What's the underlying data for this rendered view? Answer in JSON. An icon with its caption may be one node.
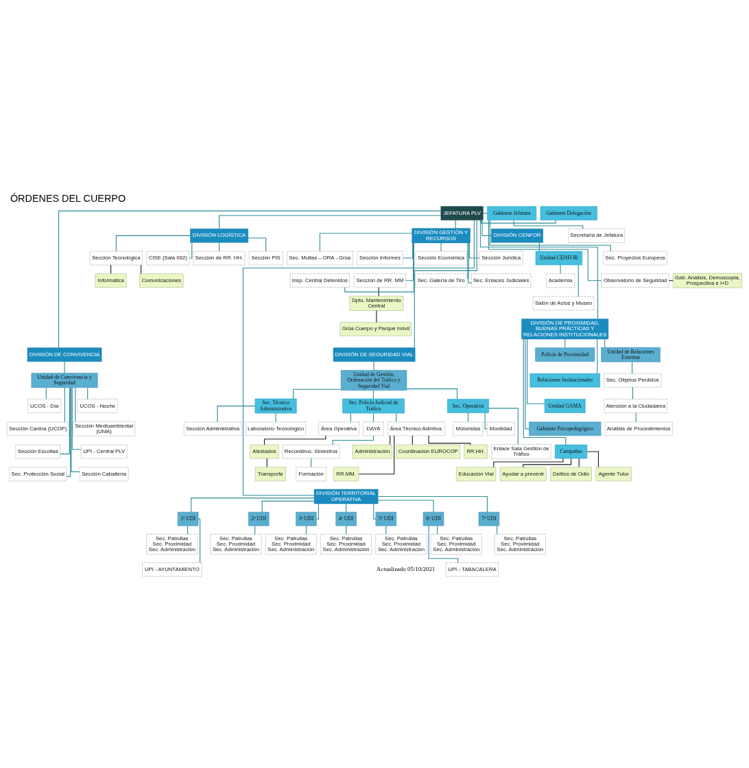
{
  "diagram": {
    "title": "ÓRDENES DEL CUERPO",
    "caption": "Actualizado 05/10/2021",
    "nodes": [
      {
        "text": [
          "JEFATURA PLV"
        ]
      },
      {
        "text": [
          "Gabinete Delegación"
        ]
      },
      {
        "text": [
          "Gabinete Jefatura"
        ]
      },
      {
        "text": [
          "Secretaría de Jefatura"
        ]
      },
      {
        "text": [
          "Sec. Proyectos Europeos"
        ]
      },
      {
        "text": [
          "Observatorio de Seguridad"
        ]
      },
      {
        "text": [
          "Gab. Análisis, Demoscopia, Prospectiva e I+D"
        ]
      },
      {
        "text": [
          "DIVISIÓN CENFOR"
        ]
      },
      {
        "text": [
          "Unidad CENFOR"
        ]
      },
      {
        "text": [
          "Academia"
        ]
      },
      {
        "text": [
          "Salón de Actos y Museo"
        ]
      },
      {
        "text": [
          "DIVISIÓN LOGÍSTICA"
        ]
      },
      {
        "text": [
          "Sección de RR. HH."
        ]
      },
      {
        "text": [
          "Sección PIS"
        ]
      },
      {
        "text": [
          "Sección Tecnológica"
        ]
      },
      {
        "text": [
          "CISE (Sala 092)"
        ]
      },
      {
        "text": [
          "Comunicaciones"
        ]
      },
      {
        "text": [
          "Informática"
        ]
      },
      {
        "text": [
          "DIVISIÓN GESTIÓN Y RECURSOS"
        ]
      },
      {
        "text": [
          "Sección Económica"
        ]
      },
      {
        "text": [
          "Sección Jurídica"
        ]
      },
      {
        "text": [
          "Sec. Multas – ORA - Grúa"
        ]
      },
      {
        "text": [
          "Sección Informes"
        ]
      },
      {
        "text": [
          "Sec. Galería de Tiro"
        ]
      },
      {
        "text": [
          "Sec. Enlaces Judiciales"
        ]
      },
      {
        "text": [
          "Insp. Central Detenidos"
        ]
      },
      {
        "text": [
          "Sección de RR. MM"
        ]
      },
      {
        "text": [
          "Dpto. Mantenimiento Central"
        ]
      },
      {
        "text": [
          "Grúa Cuerpo y Parque móvil"
        ]
      },
      {
        "text": [
          "DIVISIÓN DE PROXIMIDAD, BUENAS PRÁCTICAS Y RELACIONES INSTITUCIONALES"
        ]
      },
      {
        "text": [
          "Unidad de Relaciones Externas"
        ]
      },
      {
        "text": [
          "Policía de Proximidad"
        ]
      },
      {
        "text": [
          "Sec. Objetos Perdidos"
        ]
      },
      {
        "text": [
          "Atención a la Ciudadanía"
        ]
      },
      {
        "text": [
          "Análisis de Procedimientos"
        ]
      },
      {
        "text": [
          "Relaciones Institucionales"
        ]
      },
      {
        "text": [
          "Unidad GAMA"
        ]
      },
      {
        "text": [
          "Gabinete Psicopedagógico"
        ]
      },
      {
        "text": [
          "Campañas"
        ]
      },
      {
        "text": [
          "Delitos de Odio"
        ]
      },
      {
        "text": [
          "Agente Tutor"
        ]
      },
      {
        "text": [
          "Educación Vial"
        ]
      },
      {
        "text": [
          "Ayudar a prevenir"
        ]
      },
      {
        "text": [
          "DIVISIÓN DE CONVIVENCIA"
        ]
      },
      {
        "text": [
          "Unidad de Convivencia y Seguridad"
        ]
      },
      {
        "text": [
          "UCOS - Día"
        ]
      },
      {
        "text": [
          "UCOS - Noche"
        ]
      },
      {
        "text": [
          "Sección Canina (UCOP)"
        ]
      },
      {
        "text": [
          "Sección Medioambiental (UMA)"
        ]
      },
      {
        "text": [
          "Sección Escoltas"
        ]
      },
      {
        "text": [
          "UPI - Central PLV"
        ]
      },
      {
        "text": [
          "Sec. Protección Social"
        ]
      },
      {
        "text": [
          "Sección Caballería"
        ]
      },
      {
        "text": [
          "DIVISIÓN DE SEGURIDAD VIAL"
        ]
      },
      {
        "text": [
          "Unidad de Gestión, Ordenación del Tráfico y Seguridad Vial"
        ]
      },
      {
        "text": [
          "Sec. Operativa"
        ]
      },
      {
        "text": [
          "Sec. Técnico Administrativa"
        ]
      },
      {
        "text": [
          "Sec. Policía Judicial de Tráfico"
        ]
      },
      {
        "text": [
          "Motoristas"
        ]
      },
      {
        "text": [
          "Movilidad"
        ]
      },
      {
        "text": [
          "Enlace Sala Gestión de Tráfico"
        ]
      },
      {
        "text": [
          "Sección Administrativa"
        ]
      },
      {
        "text": [
          "Laboratorio Tecnológico"
        ]
      },
      {
        "text": [
          "Área Técnico Admtiva."
        ]
      },
      {
        "text": [
          "Área Operativa"
        ]
      },
      {
        "text": [
          "DAYA"
        ]
      },
      {
        "text": [
          "Atestados"
        ]
      },
      {
        "text": [
          "Transporte"
        ]
      },
      {
        "text": [
          "Reconstruc. Siniestros"
        ]
      },
      {
        "text": [
          "Formación"
        ]
      },
      {
        "text": [
          "Administración"
        ]
      },
      {
        "text": [
          "Coordinación EUROCOP"
        ]
      },
      {
        "text": [
          "RR.HH."
        ]
      },
      {
        "text": [
          "RR.MM."
        ]
      },
      {
        "text": [
          "DIVISIÓN TERRITORIAL OPERATIVA"
        ]
      },
      {
        "text": [
          "1ª UDI"
        ]
      },
      {
        "text": [
          "Sec. Patrullas",
          "Sec. Proximidad",
          "Sec. Administración"
        ]
      },
      {
        "text": [
          "UPI - AYUNTAMIENTO"
        ]
      },
      {
        "text": [
          "2ª UDI"
        ]
      },
      {
        "text": [
          "Sec. Patrullas",
          "Sec. Proximidad",
          "Sec. Administración"
        ]
      },
      {
        "text": [
          "3ª UDI"
        ]
      },
      {
        "text": [
          "Sec. Patrullas",
          "Sec. Proximidad",
          "Sec. Administración"
        ]
      },
      {
        "text": [
          "4ª UDI"
        ]
      },
      {
        "text": [
          "Sec. Patrullas",
          "Sec. Proximidad",
          "Sec. Administración"
        ]
      },
      {
        "text": [
          "5ª UDI"
        ]
      },
      {
        "text": [
          "Sec. Patrullas",
          "Sec. Proximidad",
          "Sec. Administración"
        ]
      },
      {
        "text": [
          "6ª UDI"
        ]
      },
      {
        "text": [
          "Sec. Patrullas",
          "Sec. Proximidad",
          "Sec. Administración"
        ]
      },
      {
        "text": [
          "UPI - TABACALERA"
        ]
      },
      {
        "text": [
          "7ª UDI"
        ]
      },
      {
        "text": [
          "Sec. Patrullas",
          "Sec. Proximidad",
          "Sec. Administración"
        ]
      }
    ],
    "edges": [
      {
        "from": 0,
        "to": 1,
        "arrow": "none"
      },
      {
        "from": 0,
        "to": 2,
        "arrow": "none"
      },
      {
        "from": 2,
        "to": 3,
        "arrow": "none"
      },
      {
        "from": 2,
        "to": 4,
        "arrow": "none"
      },
      {
        "from": 2,
        "to": 5,
        "arrow": "none"
      },
      {
        "from": 5,
        "to": 6,
        "arrow": "none",
        "color": "#1a1a1a"
      },
      {
        "from": 0,
        "to": 7,
        "arrow": "none"
      },
      {
        "from": 7,
        "to": 8,
        "arrow": "none"
      },
      {
        "from": 8,
        "to": 9,
        "arrow": "none"
      },
      {
        "from": 8,
        "to": 10,
        "arrow": "none"
      },
      {
        "from": 0,
        "to": 11,
        "arrow": "none"
      },
      {
        "from": 11,
        "to": 12,
        "arrow": "none"
      },
      {
        "from": 11,
        "to": 13,
        "arrow": "none"
      },
      {
        "from": 11,
        "to": 14,
        "arrow": "none"
      },
      {
        "from": 11,
        "to": 15,
        "arrow": "none"
      },
      {
        "from": 14,
        "to": 16,
        "arrow": "none",
        "color": "#1a1a1a"
      },
      {
        "from": 14,
        "to": 17,
        "arrow": "none",
        "color": "#1a1a1a"
      },
      {
        "from": 0,
        "to": 18,
        "arrow": "none"
      },
      {
        "from": 18,
        "to": 19,
        "arrow": "none"
      },
      {
        "from": 18,
        "to": 20,
        "arrow": "none"
      },
      {
        "from": 18,
        "to": 21,
        "arrow": "none"
      },
      {
        "from": 18,
        "to": 22,
        "arrow": "none"
      },
      {
        "from": 18,
        "to": 23,
        "arrow": "none"
      },
      {
        "from": 18,
        "to": 24,
        "arrow": "none"
      },
      {
        "from": 18,
        "to": 25,
        "arrow": "none"
      },
      {
        "from": 18,
        "to": 26,
        "arrow": "none"
      },
      {
        "from": 26,
        "to": 27,
        "arrow": "none",
        "color": "#1a1a1a"
      },
      {
        "from": 27,
        "to": 28,
        "arrow": "none",
        "color": "#1a1a1a"
      },
      {
        "from": 0,
        "to": 29,
        "arrow": "none"
      },
      {
        "from": 29,
        "to": 30,
        "arrow": "none"
      },
      {
        "from": 29,
        "to": 31,
        "arrow": "none"
      },
      {
        "from": 30,
        "to": 32,
        "arrow": "none"
      },
      {
        "from": 32,
        "to": 33,
        "arrow": "none"
      },
      {
        "from": 33,
        "to": 34,
        "arrow": "none"
      },
      {
        "from": 29,
        "to": 35,
        "arrow": "none"
      },
      {
        "from": 29,
        "to": 36,
        "arrow": "none"
      },
      {
        "from": 29,
        "to": 37,
        "arrow": "none"
      },
      {
        "from": 29,
        "to": 38,
        "arrow": "none"
      },
      {
        "from": 38,
        "to": 39,
        "arrow": "none",
        "color": "#1a1a1a"
      },
      {
        "from": 38,
        "to": 40,
        "arrow": "none",
        "color": "#1a1a1a"
      },
      {
        "from": 38,
        "to": 41,
        "arrow": "none",
        "color": "#1a1a1a"
      },
      {
        "from": 38,
        "to": 42,
        "arrow": "none",
        "color": "#1a1a1a"
      },
      {
        "from": 0,
        "to": 43,
        "arrow": "none"
      },
      {
        "from": 0,
        "to": 53,
        "arrow": "none"
      },
      {
        "from": 43,
        "to": 44,
        "arrow": "none"
      },
      {
        "from": 44,
        "to": 45,
        "arrow": "none"
      },
      {
        "from": 44,
        "to": 46,
        "arrow": "none"
      },
      {
        "from": 44,
        "to": 47,
        "arrow": "none"
      },
      {
        "from": 44,
        "to": 48,
        "arrow": "none"
      },
      {
        "from": 44,
        "to": 49,
        "arrow": "none"
      },
      {
        "from": 44,
        "to": 50,
        "arrow": "none"
      },
      {
        "from": 44,
        "to": 51,
        "arrow": "none"
      },
      {
        "from": 44,
        "to": 52,
        "arrow": "none"
      },
      {
        "from": 53,
        "to": 54,
        "arrow": "none"
      },
      {
        "from": 54,
        "to": 55,
        "arrow": "none"
      },
      {
        "from": 54,
        "to": 56,
        "arrow": "none"
      },
      {
        "from": 54,
        "to": 57,
        "arrow": "none"
      },
      {
        "from": 55,
        "to": 58,
        "arrow": "none"
      },
      {
        "from": 55,
        "to": 59,
        "arrow": "none"
      },
      {
        "from": 55,
        "to": 60,
        "arrow": "none"
      },
      {
        "from": 56,
        "to": 61,
        "arrow": "none"
      },
      {
        "from": 56,
        "to": 62,
        "arrow": "none"
      },
      {
        "from": 57,
        "to": 63,
        "arrow": "none"
      },
      {
        "from": 57,
        "to": 64,
        "arrow": "none"
      },
      {
        "from": 57,
        "to": 65,
        "arrow": "none"
      },
      {
        "from": 64,
        "to": 66,
        "arrow": "none",
        "color": "#1a1a1a"
      },
      {
        "from": 66,
        "to": 67,
        "arrow": "none",
        "color": "#1a1a1a"
      },
      {
        "from": 65,
        "to": 68,
        "arrow": "none"
      },
      {
        "from": 68,
        "to": 69,
        "arrow": "none"
      },
      {
        "from": 63,
        "to": 70,
        "arrow": "none",
        "color": "#1a1a1a"
      },
      {
        "from": 63,
        "to": 71,
        "arrow": "none",
        "color": "#1a1a1a"
      },
      {
        "from": 63,
        "to": 72,
        "arrow": "none",
        "color": "#1a1a1a"
      },
      {
        "from": 63,
        "to": 73,
        "arrow": "none",
        "color": "#1a1a1a"
      },
      {
        "from": 0,
        "to": 74,
        "arrow": "none"
      },
      {
        "from": 74,
        "to": 75,
        "arrow": "none"
      },
      {
        "from": 74,
        "to": 78,
        "arrow": "none"
      },
      {
        "from": 74,
        "to": 80,
        "arrow": "none"
      },
      {
        "from": 74,
        "to": 82,
        "arrow": "none"
      },
      {
        "from": 74,
        "to": 84,
        "arrow": "none"
      },
      {
        "from": 74,
        "to": 86,
        "arrow": "none"
      },
      {
        "from": 74,
        "to": 89,
        "arrow": "none"
      },
      {
        "from": 75,
        "to": 76,
        "arrow": "none"
      },
      {
        "from": 75,
        "to": 77,
        "arrow": "none"
      },
      {
        "from": 78,
        "to": 79,
        "arrow": "none"
      },
      {
        "from": 80,
        "to": 81,
        "arrow": "none"
      },
      {
        "from": 82,
        "to": 83,
        "arrow": "none"
      },
      {
        "from": 84,
        "to": 85,
        "arrow": "none"
      },
      {
        "from": 86,
        "to": 87,
        "arrow": "none"
      },
      {
        "from": 86,
        "to": 88,
        "arrow": "none"
      },
      {
        "from": 89,
        "to": 90,
        "arrow": "none"
      }
    ]
  }
}
